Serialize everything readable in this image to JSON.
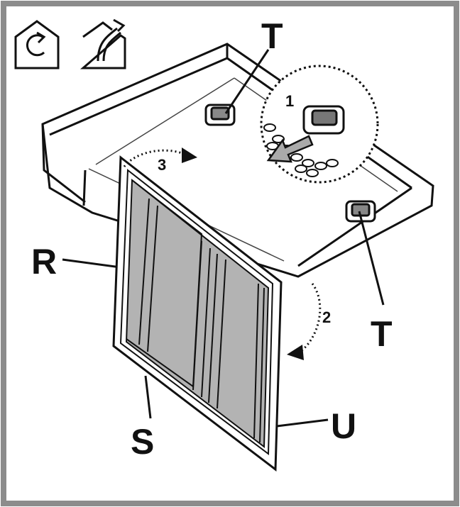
{
  "diagram": {
    "mode_icons": [
      "recirculation-mode-icon",
      "extraction-mode-icon"
    ],
    "callouts": {
      "t_top": "T",
      "t_right": "T",
      "r": "R",
      "s": "S",
      "u": "U"
    },
    "steps": {
      "one": "1",
      "two": "2",
      "three": "3"
    },
    "colors": {
      "frame": "#8c8c8c",
      "filter_fill": "#b3b3b3",
      "line": "#111111"
    }
  }
}
